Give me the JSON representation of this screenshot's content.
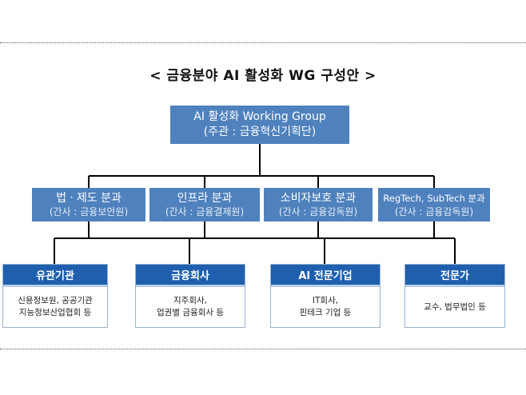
{
  "title": "< 금융분야 AI 활성화 WG 구성안 >",
  "top": {
    "line1": "AI 활성화 Working Group",
    "line2": "(주관 : 금융혁신기획단)"
  },
  "mid": [
    {
      "main": "법ㆍ제도 분과",
      "sub": "(간사 : 금융보안원)"
    },
    {
      "main": "인프라 분과",
      "sub": "(간사 : 금융결제원)"
    },
    {
      "main": "소비자보호 분과",
      "sub": "(간사 : 금융감독원)"
    },
    {
      "main": "RegTech, SubTech 분과",
      "sub": "(간사 : 금융감독원)"
    }
  ],
  "bottom": [
    {
      "head": "유관기관",
      "line1": "신용정보원, 공공기관",
      "line2": "지능정보산업협회 등"
    },
    {
      "head": "금융회사",
      "line1": "지주회사,",
      "line2": "업권별 금융회사 등"
    },
    {
      "head": "AI 전문기업",
      "line1": "IT회사,",
      "line2": "핀테크 기업 등"
    },
    {
      "head": "전문가",
      "line1": "교수, 법무법인 등",
      "line2": ""
    }
  ]
}
